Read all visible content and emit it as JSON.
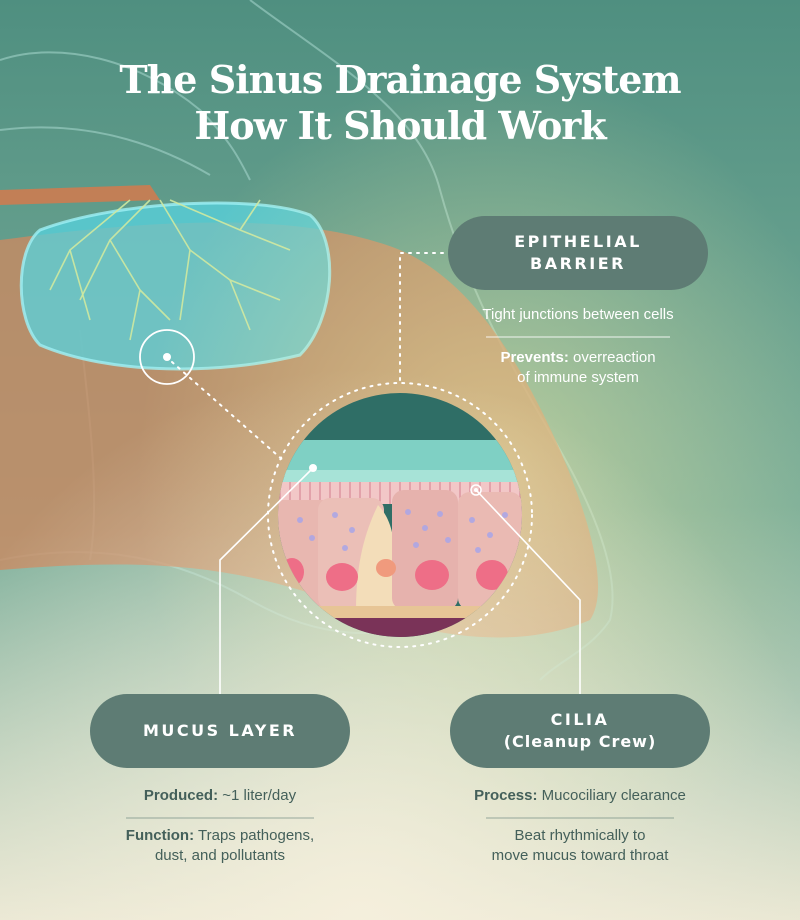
{
  "title": {
    "line1": "The Sinus Drainage System",
    "line2": "How It Should Work"
  },
  "epithelial": {
    "label_line1": "EPITHELIAL",
    "label_line2": "BARRIER",
    "detail1": "Tight junctions between cells",
    "detail2_bold": "Prevents:",
    "detail2_rest": " overreaction",
    "detail2_line2": "of immune system"
  },
  "mucus": {
    "label": "MUCUS LAYER",
    "produced_bold": "Produced:",
    "produced_rest": " ~1 liter/day",
    "function_bold": "Function:",
    "function_rest": " Traps pathogens,",
    "function_line2": "dust, and pollutants"
  },
  "cilia": {
    "label_line1": "CILIA",
    "label_line2": "(Cleanup Crew)",
    "process_bold": "Process:",
    "process_rest": " Mucociliary clearance",
    "beat_line1": "Beat rhythmically to",
    "beat_line2": "move mucus toward throat"
  },
  "colors": {
    "background": "#5f9a89",
    "pill": "#5e7c74",
    "cells": "#e8b7b0",
    "nucleus": "#ee6e87",
    "sinus_cavity": "#57d3df",
    "tissue": "#c98a61"
  }
}
